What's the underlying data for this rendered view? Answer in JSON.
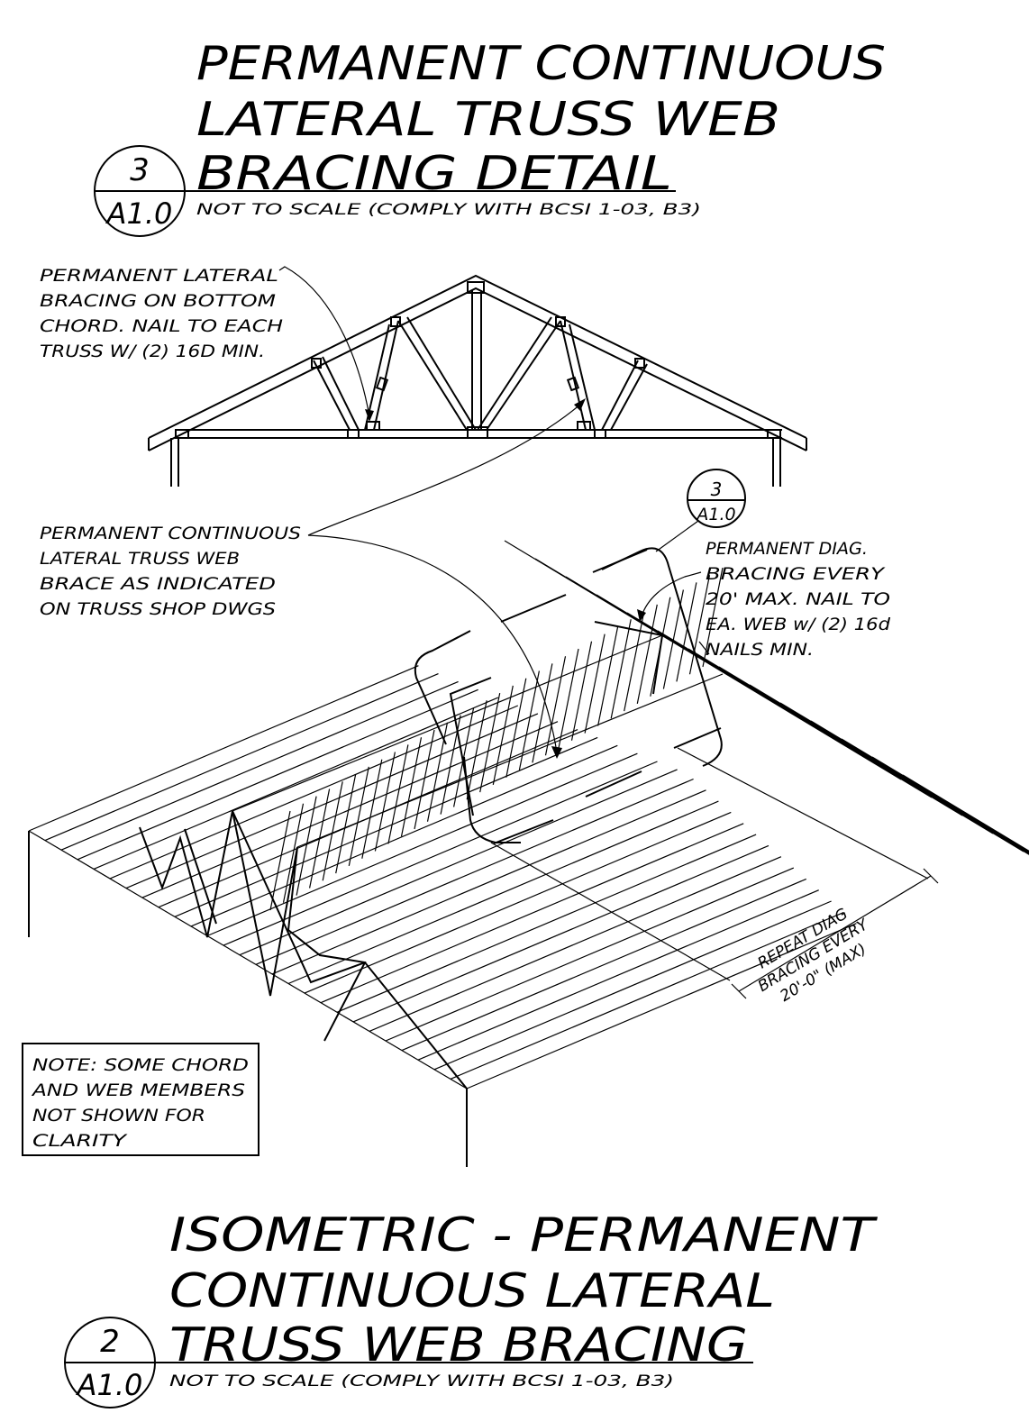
{
  "top_detail": {
    "title_lines": [
      "PERMANENT CONTINUOUS",
      "LATERAL TRUSS WEB",
      "BRACING DETAIL"
    ],
    "subtitle": "NOT TO SCALE  (COMPLY WITH BCSI 1-03, B3)",
    "bubble_number": "3",
    "bubble_sheet": "A1.0"
  },
  "callouts": {
    "bottom_chord": [
      "PERMANENT LATERAL",
      "BRACING ON BOTTOM",
      "CHORD. NAIL TO EACH",
      "TRUSS W/ (2) 16D MIN."
    ],
    "continuous": [
      "PERMANENT CONTINUOUS",
      "LATERAL TRUSS WEB",
      "BRACE AS INDICATED",
      "ON TRUSS SHOP DWGS"
    ],
    "diagonal": [
      "PERMANENT DIAG.",
      "BRACING EVERY",
      "20' MAX. NAIL TO",
      "EA. WEB w/ (2) 16d",
      "NAILS MIN."
    ],
    "ref_bubble_number": "3",
    "ref_bubble_sheet": "A1.0",
    "dimension": [
      "REPEAT DIAG",
      "BRACING EVERY",
      "20'-0\" (MAX)"
    ]
  },
  "note": [
    "NOTE: SOME CHORD",
    "AND WEB MEMBERS",
    "NOT SHOWN FOR",
    "CLARITY"
  ],
  "bottom_detail": {
    "title_lines": [
      "ISOMETRIC - PERMANENT",
      "CONTINUOUS LATERAL",
      "TRUSS WEB BRACING"
    ],
    "subtitle": "NOT TO SCALE  (COMPLY WITH BCSI 1-03, B3)",
    "bubble_number": "2",
    "bubble_sheet": "A1.0"
  }
}
